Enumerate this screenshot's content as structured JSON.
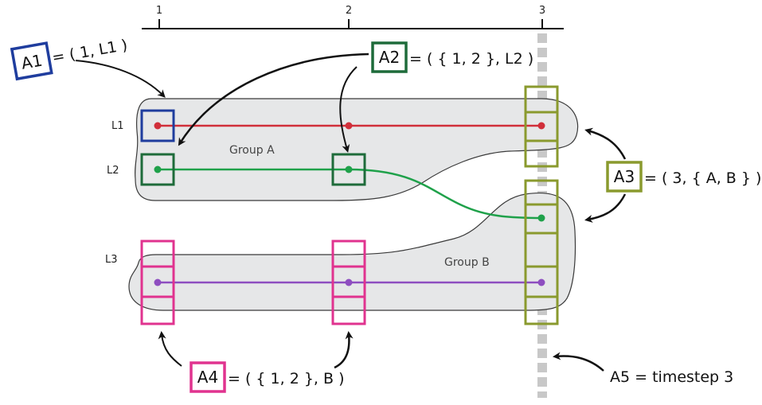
{
  "timeline": {
    "ticks": [
      "1",
      "2",
      "3"
    ]
  },
  "lanes": {
    "l1": "L1",
    "l2": "L2",
    "l3": "L3"
  },
  "groups": {
    "a": "Group A",
    "b": "Group B"
  },
  "annotations": {
    "a1": {
      "label": "A1",
      "text": "= ( 1, L1 )",
      "color": "#1f3d9e"
    },
    "a2": {
      "label": "A2",
      "text": "= ( { 1, 2 }, L2 )",
      "color": "#1e6b3a"
    },
    "a3": {
      "label": "A3",
      "text": "= ( 3, { A, B } )",
      "color": "#8a9a2e"
    },
    "a4": {
      "label": "A4",
      "text": "= ( { 1, 2 }, B )",
      "color": "#e0338f"
    },
    "a5": {
      "text": "A5 = timestep 3"
    }
  },
  "colors": {
    "l1_line": "#d12f3a",
    "l2_line": "#1fa14a",
    "l3_line": "#8e4ec0",
    "group_fill": "#e6e7e8",
    "group_stroke": "#3a3a3a",
    "timestep_bar": "#c8c8c8"
  }
}
